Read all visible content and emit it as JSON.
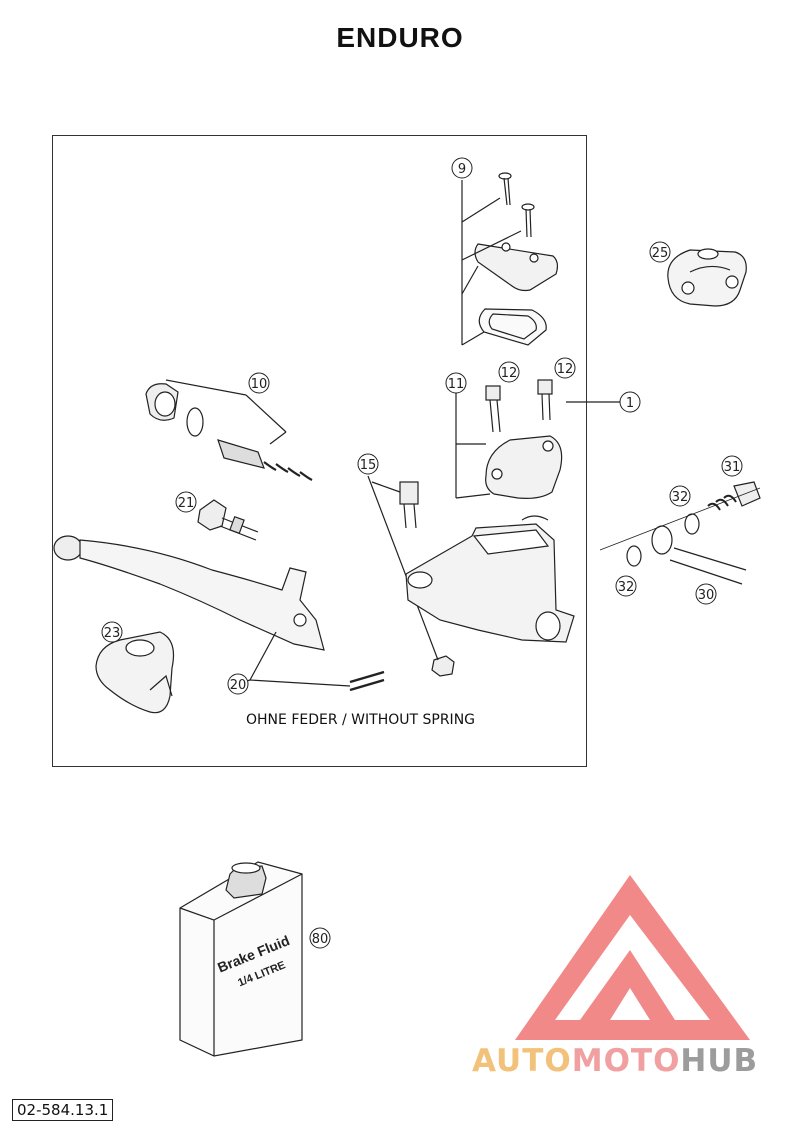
{
  "title": "ENDURO",
  "note": "OHNE FEDER / WITHOUT SPRING",
  "document_number": "02-584.13.1",
  "callouts": [
    "9",
    "25",
    "10",
    "11",
    "12",
    "12",
    "1",
    "15",
    "31",
    "21",
    "32",
    "32",
    "30",
    "23",
    "20",
    "80"
  ],
  "bottle": {
    "line1": "Brake Fluid",
    "line2": "1/4 LITRE"
  },
  "watermark": {
    "part1": "AUTO",
    "part2": "MOTO",
    "part3": "HUB"
  }
}
